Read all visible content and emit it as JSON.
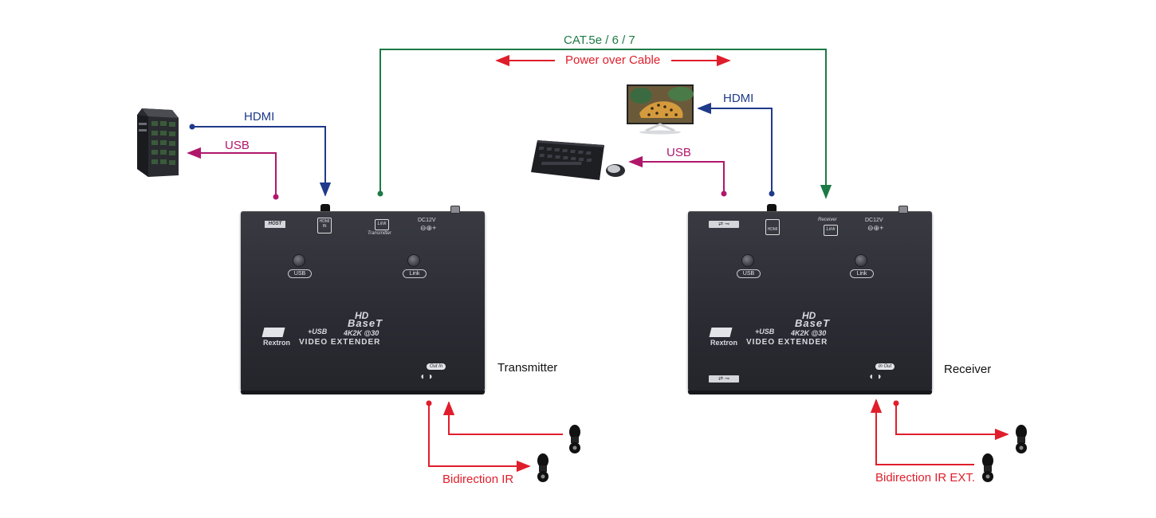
{
  "connections": {
    "cable_label": "CAT.5e / 6 / 7",
    "power_label": "Power over Cable",
    "tx_hdmi_label": "HDMI",
    "tx_usb_label": "USB",
    "rx_hdmi_label": "HDMI",
    "rx_usb_label": "USB",
    "tx_ir_label": "Bidirection IR",
    "rx_ir_label": "Bidirection IR EXT."
  },
  "transmitter": {
    "caption": "Transmitter",
    "host_tag": "HOST",
    "hdmi_port": "HDMI IN",
    "link_port": "Link",
    "link_sub": "Transmitter",
    "dc_label": "DC12V",
    "usb_led_label": "USB",
    "link_led_label": "Link",
    "brand": "Rextron",
    "hd_text": "HD",
    "base_t": "BaseT",
    "usb_plus": "+USB",
    "resolution": "4K2K @30",
    "product": "VIDEO EXTENDER",
    "ir_tag": "Out In"
  },
  "receiver": {
    "caption": "Receiver",
    "hdmi_port": "HDMI",
    "link_port": "Link",
    "link_sub": "Receiver",
    "dc_label": "DC12V",
    "usb_led_label": "USB",
    "link_led_label": "Link",
    "brand": "Rextron",
    "hd_text": "HD",
    "base_t": "BaseT",
    "usb_plus": "+USB",
    "resolution": "4K2K @30",
    "product": "VIDEO EXTENDER",
    "ir_tag": "In Out"
  },
  "colors": {
    "hdmi": "#1f3a8a",
    "usb": "#b0176b",
    "cable": "#1c7a45",
    "ir": "#e01e2b",
    "device": "#2e2f36"
  },
  "icons": [
    "pc-tower-icon",
    "monitor-icon",
    "keyboard-mouse-icon",
    "ir-sensor-icon"
  ]
}
